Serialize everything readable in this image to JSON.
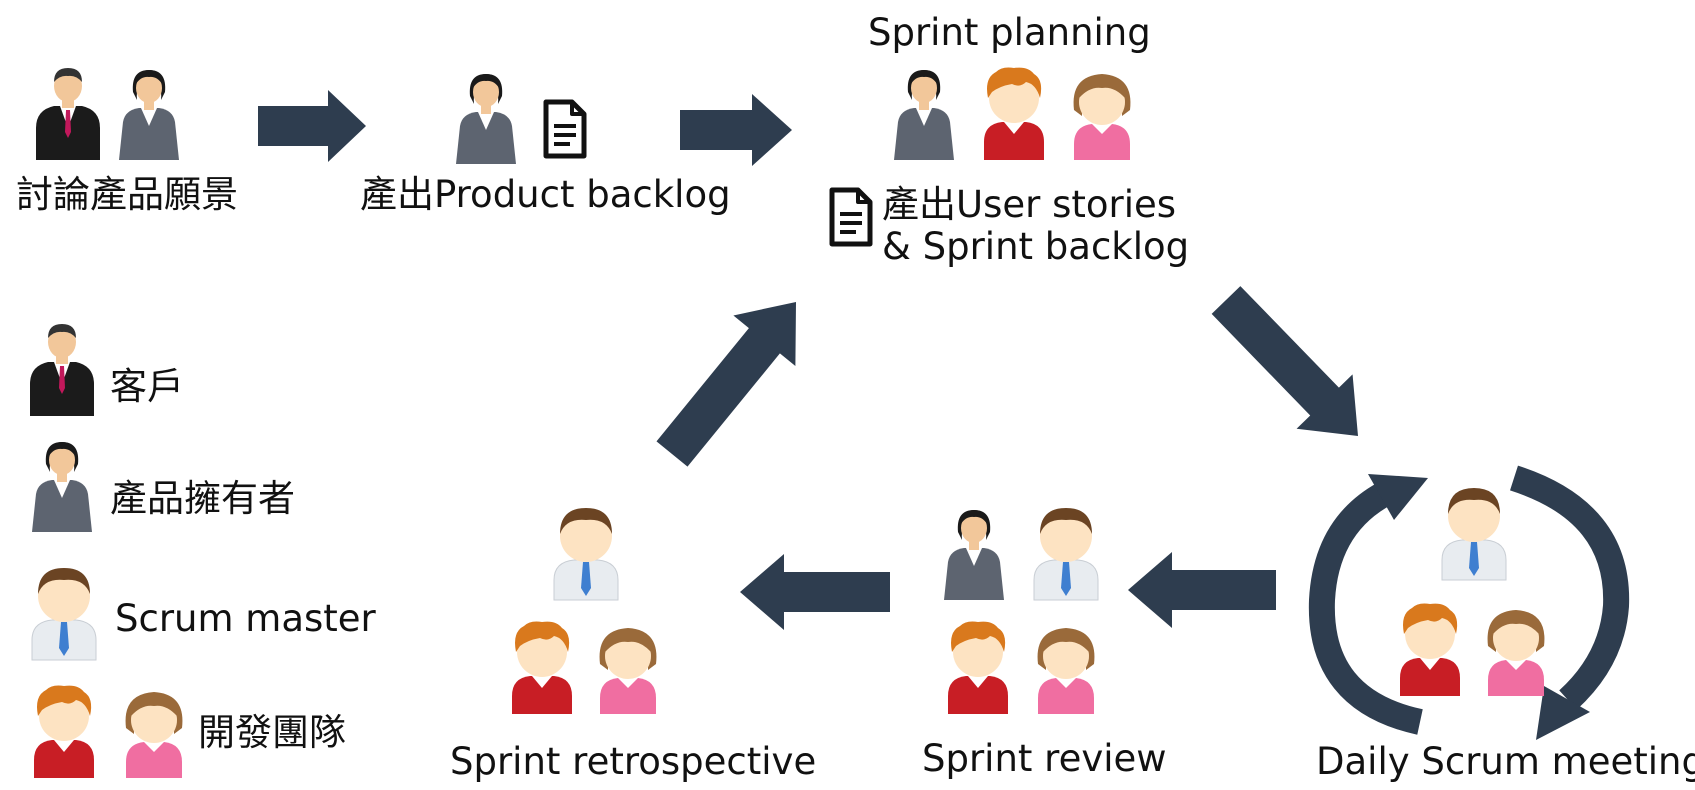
{
  "colors": {
    "arrow": "#2e3d4f",
    "suit_dark": "#1b1b1b",
    "suit_grey": "#5d6470",
    "tie_pink": "#c2185b",
    "tie_blue": "#3f7fd0",
    "hair_brown": "#6b4423",
    "hair_orange": "#d9791d",
    "shirt_red": "#c81e25",
    "shirt_pink": "#f06ea1",
    "skin": "#fde3c2"
  },
  "steps": {
    "vision": "討論產品願景",
    "product_backlog": "產出Product backlog",
    "sprint_planning": "Sprint planning",
    "planning_output_line1": "產出User stories",
    "planning_output_line2": "& Sprint backlog",
    "daily_scrum": "Daily Scrum meeting",
    "sprint_review": "Sprint review",
    "sprint_retrospective": "Sprint retrospective"
  },
  "legend": {
    "customer": "客戶",
    "product_owner": "產品擁有者",
    "scrum_master": "Scrum master",
    "dev_team": "開發團隊"
  },
  "icons": {
    "customer": "businessman-icon",
    "product_owner": "businesswoman-icon",
    "scrum_master": "scrum-master-icon",
    "developer_male": "developer-male-icon",
    "developer_female": "developer-female-icon",
    "document": "document-icon",
    "flow_arrow": "flow-arrow",
    "cycle_arrow": "cycle-arrow"
  }
}
